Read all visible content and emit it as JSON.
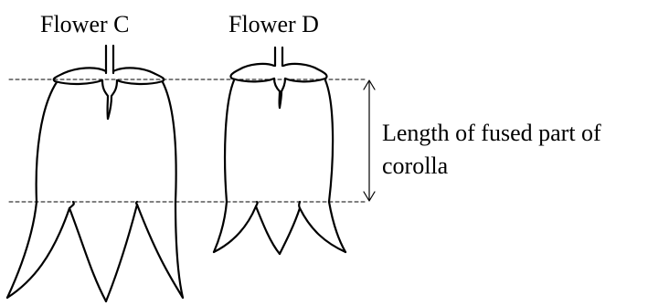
{
  "labels": {
    "flower_c": "Flower C",
    "flower_d": "Flower D",
    "measurement": {
      "line1": "Length of fused part of",
      "line2": "corolla"
    }
  },
  "colors": {
    "ink": "#000000",
    "background": "#ffffff"
  }
}
